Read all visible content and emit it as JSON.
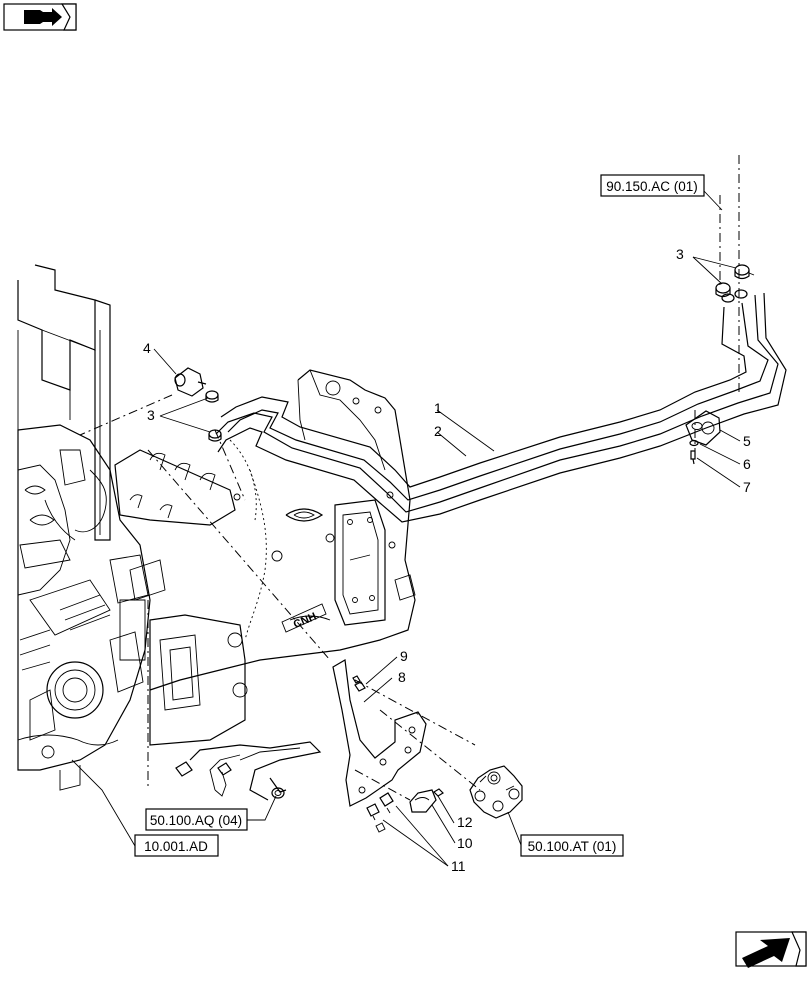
{
  "refs": {
    "r1": "90.150.AC (01)",
    "r2": "50.100.AQ (04)",
    "r3": "10.001.AD",
    "r4": "50.100.AT (01)"
  },
  "callouts": {
    "c1": "1",
    "c2": "2",
    "c3a": "3",
    "c3b": "3",
    "c4": "4",
    "c5": "5",
    "c6": "6",
    "c7": "7",
    "c8": "8",
    "c9": "9",
    "c10": "10",
    "c11": "11",
    "c12": "12"
  },
  "stamp": "CNH",
  "icons": {
    "top_left": "book-arrow-icon",
    "bottom_right": "next-page-arrow-icon"
  }
}
